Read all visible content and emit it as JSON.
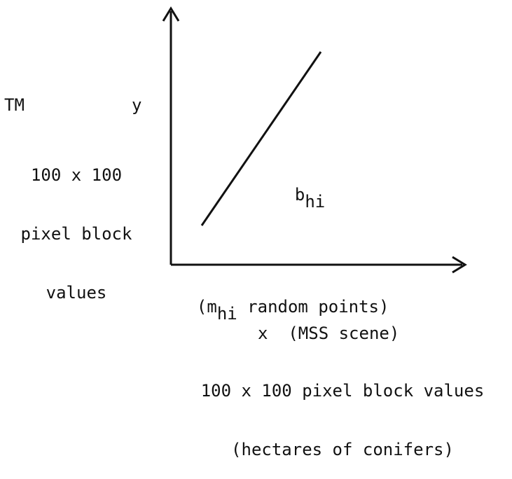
{
  "diagram": {
    "y_axis": {
      "title_left": "TM",
      "title_var": "y",
      "desc_lines": [
        "100 x 100",
        "pixel block",
        "values"
      ]
    },
    "line_label": {
      "base": "b",
      "subscript": "hi"
    },
    "x_axis": {
      "points_prefix": "(m",
      "points_subscript": "hi",
      "points_suffix": " random points)",
      "var_line": "x  (MSS scene)",
      "desc_lines": [
        "100 x 100 pixel block values",
        "(hectares of conifers)"
      ]
    }
  },
  "colors": {
    "ink": "#111111",
    "background": "#ffffff"
  }
}
